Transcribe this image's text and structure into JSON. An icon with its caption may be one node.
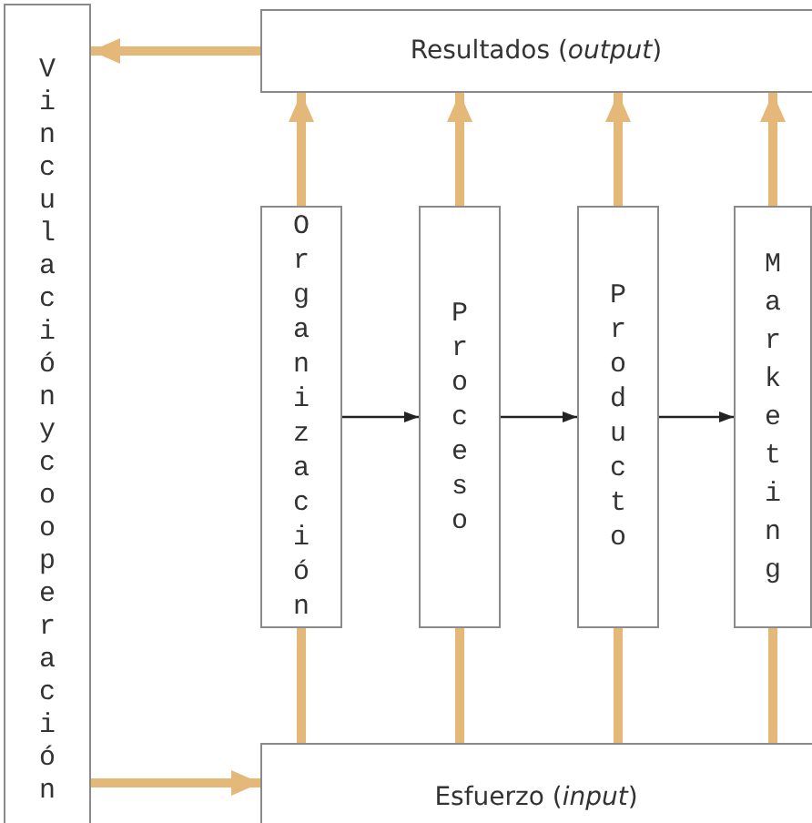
{
  "diagram": {
    "nodes": [
      {
        "text": [
          "Vinculación y cooperación"
        ]
      },
      {
        "text": [
          "Resultados (*output*)"
        ]
      },
      {
        "text": [
          "Esfuerzo (*input*)"
        ]
      },
      {
        "text": [
          "Organización"
        ]
      },
      {
        "text": [
          "Proceso"
        ]
      },
      {
        "text": [
          "Producto"
        ]
      },
      {
        "text": [
          "Marketing"
        ]
      }
    ],
    "edges": [
      {
        "from": 1,
        "to": 0,
        "arrow": "to"
      },
      {
        "from": 0,
        "to": 2,
        "arrow": "to"
      },
      {
        "from": 3,
        "to": 1,
        "arrow": "to"
      },
      {
        "from": 4,
        "to": 1,
        "arrow": "to"
      },
      {
        "from": 5,
        "to": 1,
        "arrow": "to"
      },
      {
        "from": 6,
        "to": 1,
        "arrow": "to"
      },
      {
        "from": 2,
        "to": 3,
        "arrow": "none"
      },
      {
        "from": 2,
        "to": 4,
        "arrow": "none"
      },
      {
        "from": 2,
        "to": 5,
        "arrow": "none"
      },
      {
        "from": 2,
        "to": 6,
        "arrow": "none"
      },
      {
        "from": 3,
        "to": 4,
        "arrow": "to",
        "color": "#222222"
      },
      {
        "from": 4,
        "to": 5,
        "arrow": "to",
        "color": "#222222"
      },
      {
        "from": 5,
        "to": 6,
        "arrow": "to",
        "color": "#222222"
      }
    ]
  }
}
